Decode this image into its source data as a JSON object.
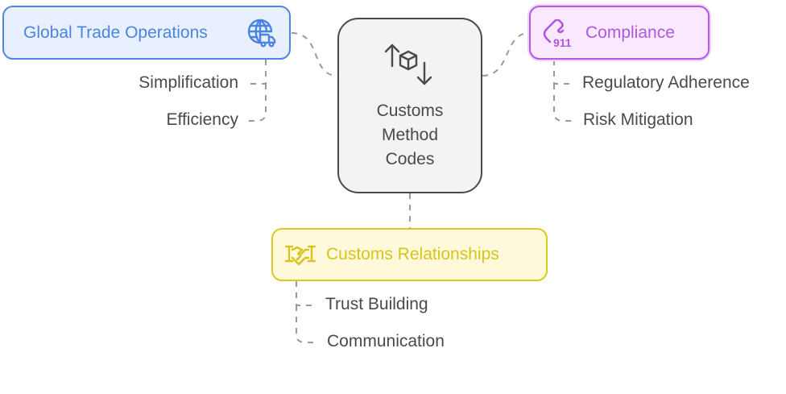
{
  "diagram": {
    "center": {
      "label_lines": [
        "Customs",
        "Method",
        "Codes"
      ],
      "icon": "import-export-box-icon"
    },
    "branches": [
      {
        "id": "global-trade",
        "title": "Global Trade Operations",
        "icon": "globe-truck-icon",
        "color": "#4a84e2",
        "children": [
          "Simplification",
          "Efficiency"
        ]
      },
      {
        "id": "compliance",
        "title": "Compliance",
        "icon": "phone-911-icon",
        "color": "#b057df",
        "children": [
          "Regulatory Adherence",
          "Risk Mitigation"
        ]
      },
      {
        "id": "customs-relationships",
        "title": "Customs Relationships",
        "icon": "handshake-icon",
        "color": "#d7c41c",
        "children": [
          "Trust Building",
          "Communication"
        ]
      }
    ],
    "icon_911_text": "911"
  }
}
